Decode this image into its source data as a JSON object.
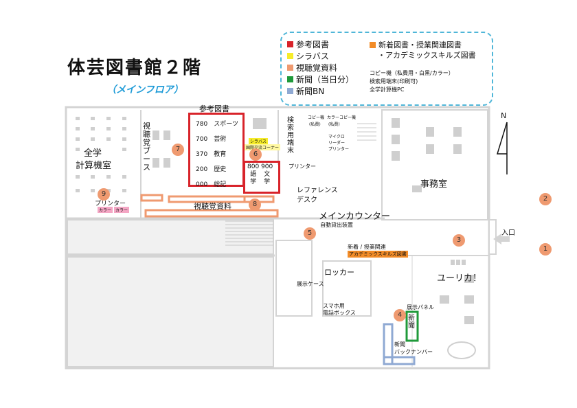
{
  "title": "体芸図書館２階",
  "subtitle": "（メインフロア）",
  "legend": {
    "items": [
      {
        "label": "参考図書",
        "color": "#d8232a"
      },
      {
        "label": "シラバス",
        "color": "#f6ec2a"
      },
      {
        "label": "視聴覚資料",
        "color": "#ef9a70"
      },
      {
        "label": "新聞（当日分）",
        "color": "#1f9a3a"
      },
      {
        "label": "新聞BN",
        "color": "#8fa9d3"
      }
    ],
    "new_books_line1": "新着図書・授業関連図書",
    "new_books_line2": "・アカデミックスキルズ図書",
    "new_books_color": "#f28c28",
    "equipment_line1": "コピー機（私費用・白黒/カラー）",
    "equipment_line2": "検索用端末(印刷可)",
    "equipment_line3": "全学計算機PC"
  },
  "north": "N",
  "rooms": {
    "computer_room_line1": "全学",
    "computer_room_line2": "計算機室",
    "av_booth": "視聴覚ブース",
    "reference_heading": "参考図書",
    "av_materials": "視聴覚資料",
    "search_terminal": "検索用端末",
    "reference_desk_line1": "レファレンス",
    "reference_desk_line2": "デスク",
    "main_counter": "メインカウンター",
    "office": "事務室",
    "entrance": "入口",
    "eureka": "ユーリカ！",
    "locker": "ロッカー",
    "printer": "プリンター",
    "printer_left": "プリンター",
    "color1": "カラー",
    "color2": "カラー",
    "self_checkout": "自動貸出装置",
    "new_related_line1": "新着 / 授業関連",
    "new_related_line2": "アカデミックスキルズ図書",
    "display_case": "展示ケース",
    "phone_box_line1": "スマホ用",
    "phone_box_line2": "電話ボックス",
    "display_panel": "展示パネル",
    "newspaper": "新聞",
    "newspaper_bn_line1": "新聞",
    "newspaper_bn_line2": "バックナンバー",
    "syllabus_tag": "シラバス",
    "intl_corner": "国際交流コーナー",
    "microreader_line1": "マイクロ",
    "microreader_line2": "リーダー",
    "microreader_line3": "プリンター",
    "copy_private1": "コピー機",
    "copy_private1_sub": "(私費)",
    "copy_color": "カラーコピー機",
    "copy_color_sub": "(私費)"
  },
  "reference_shelves": [
    {
      "code": "780",
      "name": "スポーツ"
    },
    {
      "code": "700",
      "name": "芸術"
    },
    {
      "code": "370",
      "name": "教育"
    },
    {
      "code": "200",
      "name": "歴史"
    },
    {
      "code": "000",
      "name": "総記"
    }
  ],
  "shelf_800": {
    "code": "800",
    "name_line1": "語",
    "name_line2": "学"
  },
  "shelf_900": {
    "code": "900",
    "name_line1": "文",
    "name_line2": "学"
  },
  "markers": [
    "1",
    "2",
    "3",
    "4",
    "5",
    "6",
    "7",
    "8",
    "9"
  ]
}
